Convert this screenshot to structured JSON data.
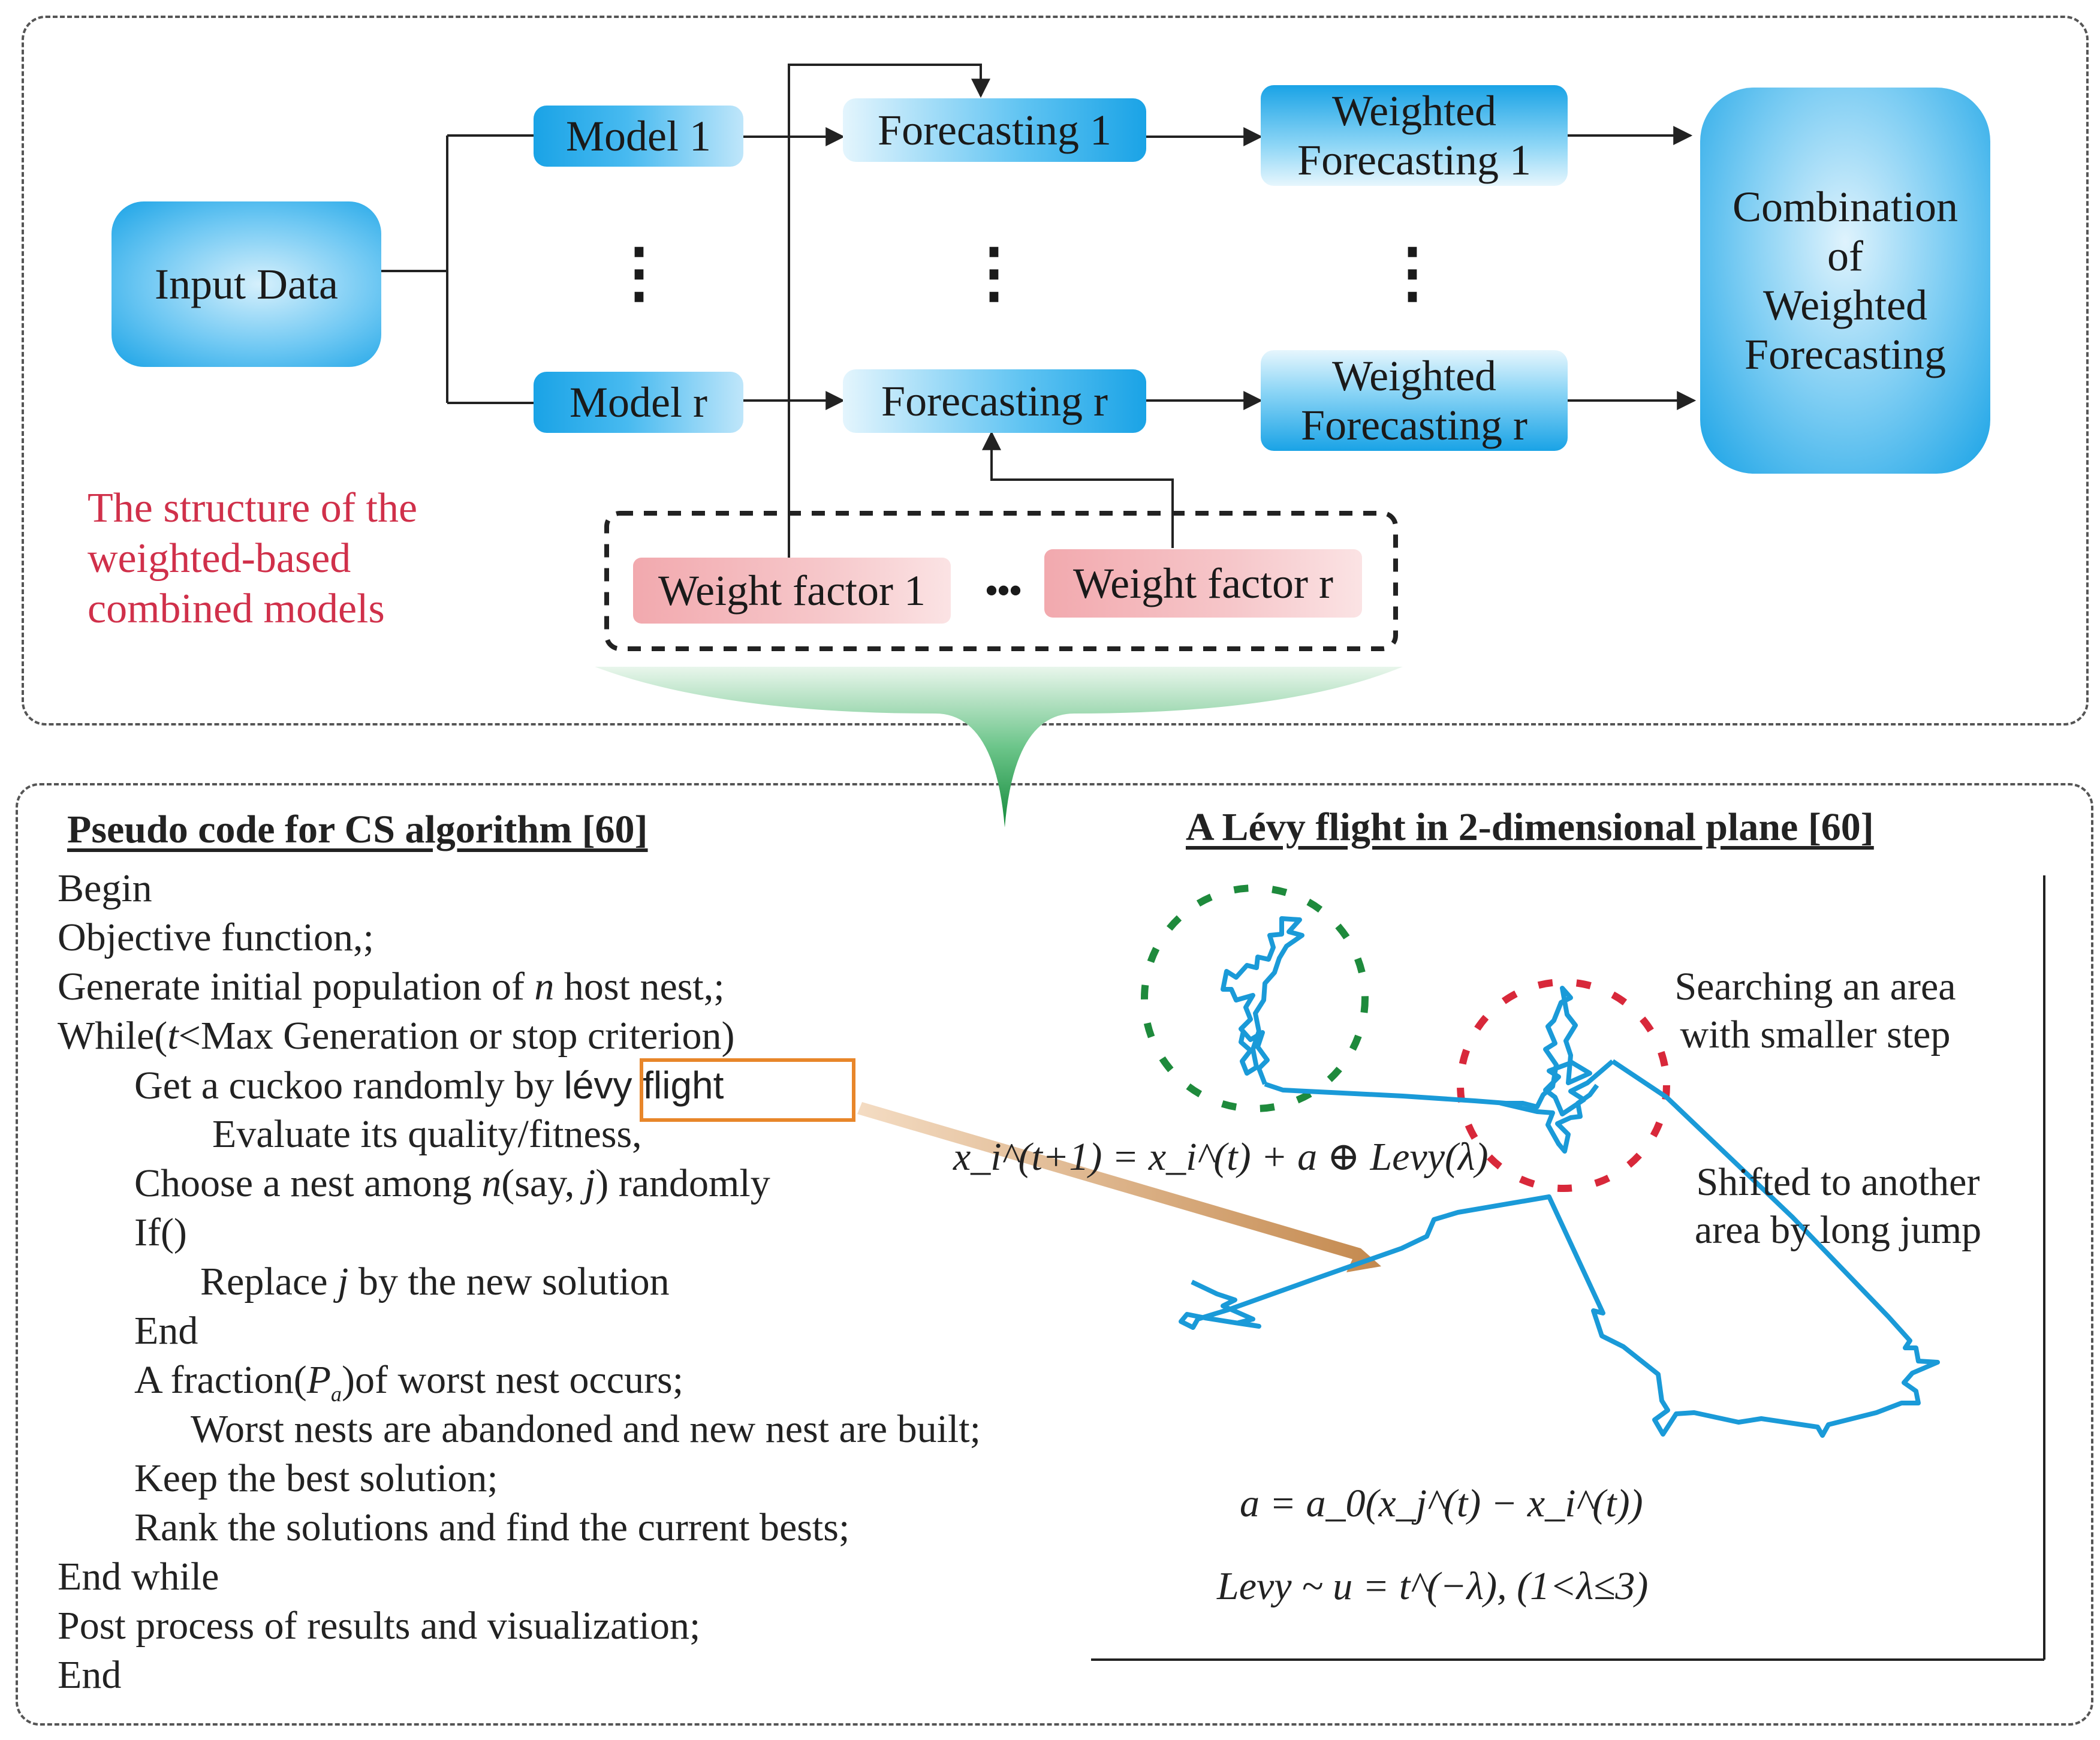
{
  "structure": {
    "input_data": "Input Data",
    "model_first": "Model 1",
    "model_last": "Model r",
    "forecast_first": "Forecasting 1",
    "forecast_last": "Forecasting r",
    "weighted_first_line1": "Weighted",
    "weighted_first_line2": "Forecasting 1",
    "weighted_last_line1": "Weighted",
    "weighted_last_line2": "Forecasting r",
    "combination_line1": "Combination",
    "combination_line2": "of",
    "combination_line3": "Weighted",
    "combination_line4": "Forecasting",
    "weight_factor_first": "Weight factor 1",
    "weight_factor_last": "Weight factor r",
    "ellipsis_vertical": "⋮",
    "ellipsis_horizontal": "• • •",
    "caption_line1": "The structure of the",
    "caption_line2": "weighted-based",
    "caption_line3": "combined models"
  },
  "pseudo_code": {
    "heading": "Pseudo code for CS algorithm [60]",
    "lines": [
      {
        "text": "Begin"
      },
      {
        "text": "Objective function,;"
      },
      {
        "pre": "Generate initial population of ",
        "var": "n",
        "post": " host nest,;"
      },
      {
        "pre": "While(",
        "var": "t",
        "post": "<Max Generation or stop criterion)"
      },
      {
        "pre": "Get a cuckoo randomly by ",
        "highlight": "lévy flight",
        "post": ""
      },
      {
        "text": "Evaluate its quality/fitness,"
      },
      {
        "pre": "Choose a nest among ",
        "var": "n",
        "post": "(say, ",
        "var2": "j",
        "post2": ") randomly"
      },
      {
        "text": "If()"
      },
      {
        "pre": "Replace ",
        "var": "j",
        "post": " by the new solution"
      },
      {
        "text": "End"
      },
      {
        "pre": "A fraction(",
        "var": "P",
        "sub": "a",
        "post": ")of worst nest occurs;"
      },
      {
        "text": "Worst nests are abandoned and new nest are built;"
      },
      {
        "text": "Keep the best solution;"
      },
      {
        "text": "Rank the solutions and find the current bests;"
      },
      {
        "text": "End while"
      },
      {
        "text": "Post process of results and visualization;"
      },
      {
        "text": "End"
      }
    ]
  },
  "levy": {
    "heading": "A Lévy flight in 2-dimensional plane [60]",
    "annot_small_step_line1": "Searching an area",
    "annot_small_step_line2": "with smaller step",
    "annot_long_jump_line1": "Shifted to another",
    "annot_long_jump_line2": "area by long jump",
    "formula_update": "x_i^(t+1) = x_i^(t) + a ⊕ Levy(λ)",
    "formula_a": "a = a_0(x_j^(t) − x_i^(t))",
    "formula_levy": "Levy ~ u = t^(−λ),   (1<λ≤3)"
  },
  "colors": {
    "box_blue": "#1aa3e6",
    "weight_pink": "#f2a9ae",
    "caption_red": "#d0304a",
    "levy_path": "#1a9ad8",
    "highlight_orange": "#e8862a",
    "circle_green": "#1e8a3c",
    "circle_red": "#d8283a",
    "connector_green": "#1e9a45"
  }
}
